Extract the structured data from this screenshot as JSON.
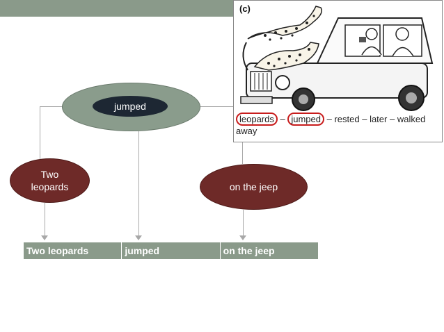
{
  "nodes": {
    "center": "jumped",
    "left": "Two\nleopards",
    "right": "on the jeep"
  },
  "table": {
    "cells": [
      "Two leopards",
      "jumped",
      "on the jeep"
    ]
  },
  "image_panel": {
    "label": "(c)",
    "caption_words": [
      "leopards",
      "jumped",
      "rested",
      "later",
      "walked",
      "away"
    ]
  }
}
